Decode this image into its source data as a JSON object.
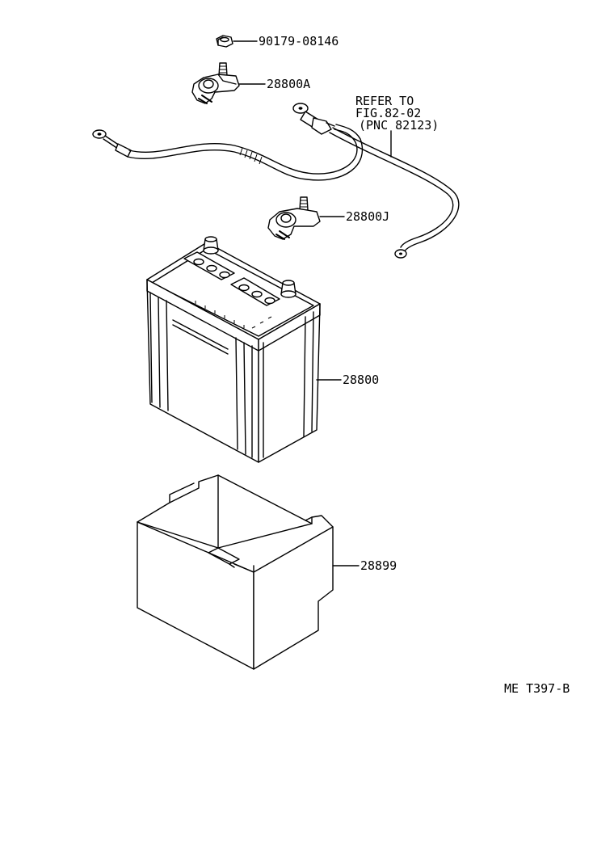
{
  "parts": {
    "nut": "90179-08146",
    "terminal_positive": "28800A",
    "terminal_negative": "28800J",
    "battery": "28800",
    "tray": "28899"
  },
  "reference": {
    "line1": "REFER TO",
    "line2": "FIG.82-02",
    "line3": "(PNC 82123)"
  },
  "figure_code": "ME T397-B"
}
